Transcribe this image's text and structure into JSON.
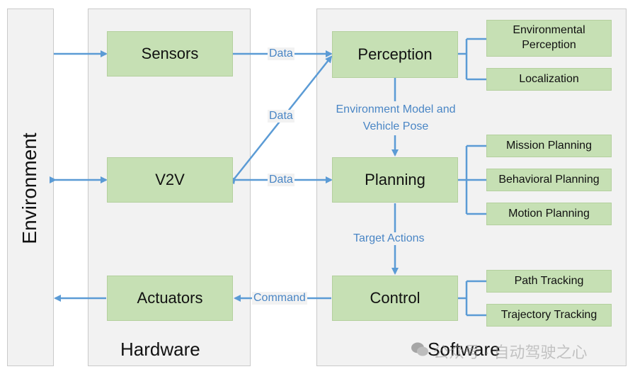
{
  "environment": {
    "label": "Environment"
  },
  "hardware": {
    "title": "Hardware",
    "sensors": "Sensors",
    "v2v": "V2V",
    "actuators": "Actuators"
  },
  "software": {
    "title": "Software",
    "perception": "Perception",
    "planning": "Planning",
    "control": "Control",
    "perception_subs": [
      "Environmental Perception",
      "Localization"
    ],
    "planning_subs": [
      "Mission Planning",
      "Behavioral Planning",
      "Motion Planning"
    ],
    "control_subs": [
      "Path Tracking",
      "Trajectory Tracking"
    ]
  },
  "edges": {
    "sensors_perception": "Data",
    "v2v_perception": "Data",
    "v2v_planning": "Data",
    "perception_planning": "Environment Model and Vehicle Pose",
    "planning_control": "Target Actions",
    "control_actuators": "Command"
  },
  "watermark": "公众号 · 自动驾驶之心",
  "colors": {
    "box": "#c6e0b4",
    "arrow": "#5b9bd5",
    "label": "#4a86c5",
    "panel": "#f2f2f2"
  }
}
